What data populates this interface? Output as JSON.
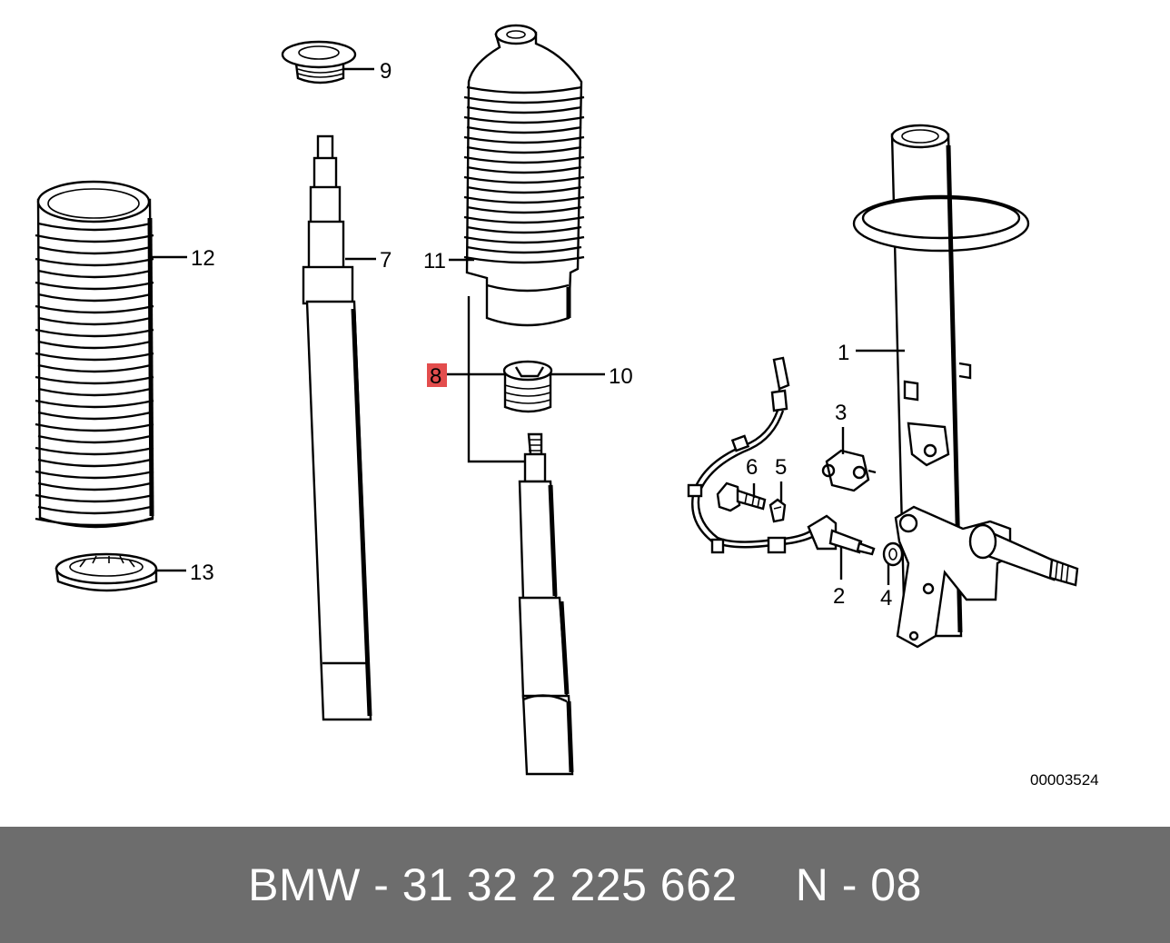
{
  "diagram": {
    "drawing_number": "00003524",
    "highlight_color": "#e03a3a",
    "callouts": [
      {
        "id": "c1",
        "label": "1"
      },
      {
        "id": "c2",
        "label": "2"
      },
      {
        "id": "c3",
        "label": "3"
      },
      {
        "id": "c4",
        "label": "4"
      },
      {
        "id": "c5",
        "label": "5"
      },
      {
        "id": "c6",
        "label": "6"
      },
      {
        "id": "c7",
        "label": "7"
      },
      {
        "id": "c8",
        "label": "8",
        "highlighted": true
      },
      {
        "id": "c9",
        "label": "9"
      },
      {
        "id": "c10",
        "label": "10"
      },
      {
        "id": "c11",
        "label": "11"
      },
      {
        "id": "c12",
        "label": "12"
      },
      {
        "id": "c13",
        "label": "13"
      }
    ]
  },
  "footer": {
    "part_text": "BMW - 31 32 2 225 662",
    "position_text": "N - 08",
    "background_color": "#6d6d6d"
  }
}
